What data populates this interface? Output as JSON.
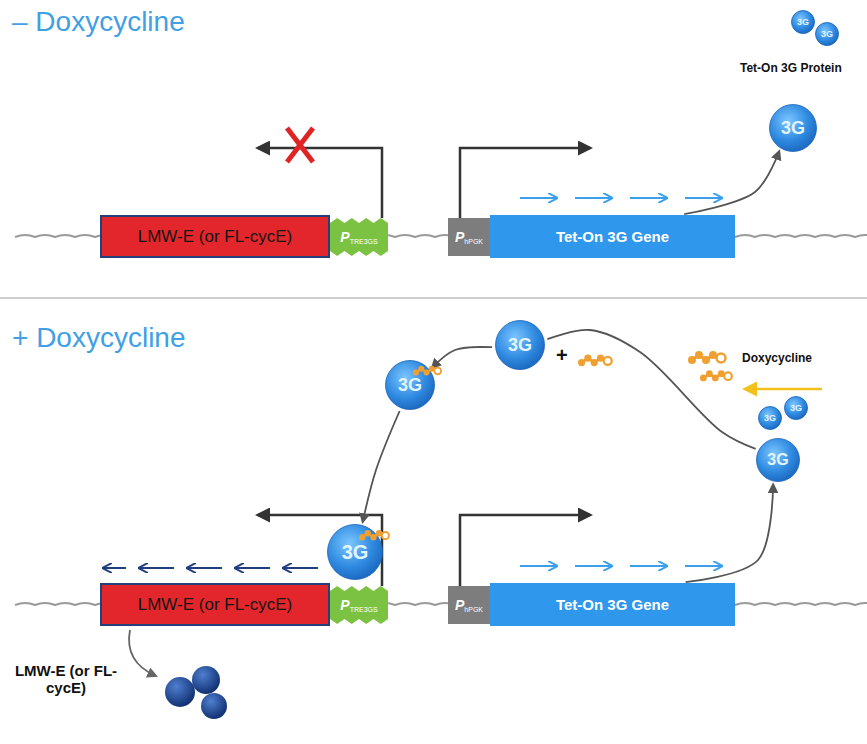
{
  "diagram": {
    "nodes": [
      {
        "text": [
          "LMW-E (or FL-cycE)"
        ]
      },
      {
        "text": [
          "P",
          "TRE3GS"
        ]
      },
      {
        "text": [
          "P",
          "hPGK"
        ]
      },
      {
        "text": [
          "Tet-On 3G Gene"
        ]
      },
      {
        "text": [
          "3G"
        ]
      },
      {
        "text": [
          "3G"
        ]
      },
      {
        "text": [
          "3G"
        ]
      },
      {
        "text": [
          "3G"
        ]
      },
      {
        "text": [
          "3G"
        ]
      },
      {
        "text": [
          "3G"
        ]
      },
      {
        "text": [
          "3G"
        ]
      },
      {
        "text": [
          "3G"
        ]
      },
      {
        "text": [
          "3G"
        ]
      },
      {
        "text": [
          "LMW-E (or FL-cycE)"
        ]
      },
      {
        "text": [
          "P",
          "TRE3GS"
        ]
      },
      {
        "text": [
          "P",
          "hPGK"
        ]
      },
      {
        "text": [
          "Tet-On 3G Gene"
        ]
      }
    ],
    "edges": [
      {
        "from": 3,
        "to": 4,
        "arrow": "to"
      },
      {
        "from": 16,
        "to": 12,
        "arrow": "to"
      },
      {
        "from": 12,
        "to": 7,
        "arrow": "none"
      },
      {
        "from": 7,
        "to": 8,
        "arrow": "to"
      },
      {
        "from": 8,
        "to": 9,
        "arrow": "to"
      }
    ],
    "labels": [
      "– Doxycycline",
      "Tet-On 3G Protein",
      "+ Doxycycline",
      "+",
      "Doxycycline",
      "LMW-E (or FL- cycE)"
    ]
  }
}
